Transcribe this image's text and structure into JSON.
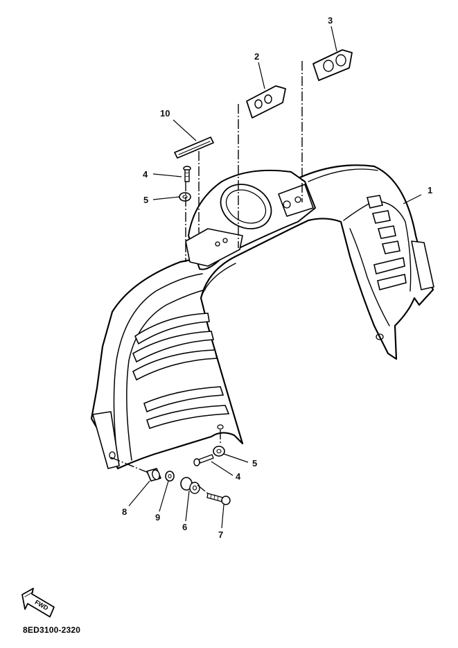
{
  "diagram": {
    "catalog_code": "8ED3100-2320",
    "direction_marker": "FWD",
    "callouts": [
      "1",
      "2",
      "3",
      "4",
      "5",
      "4",
      "5",
      "6",
      "7",
      "8",
      "9",
      "10"
    ]
  }
}
